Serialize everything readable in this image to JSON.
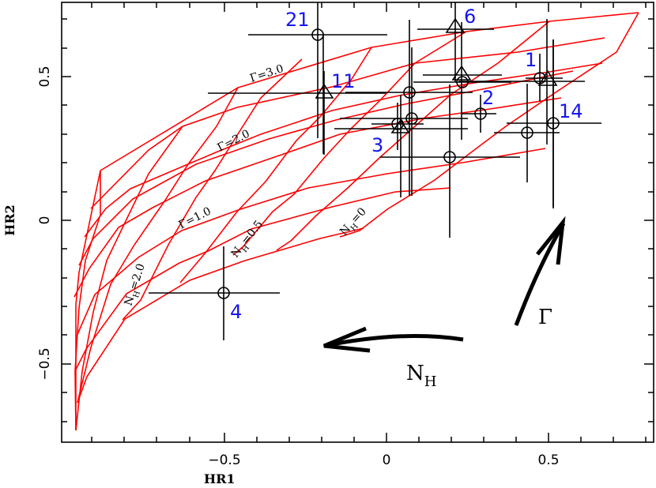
{
  "chart_data": {
    "type": "scatter",
    "title": "",
    "xlabel": "HR1",
    "ylabel": "HR2",
    "xlim": [
      -1.0,
      0.83
    ],
    "ylim": [
      -0.77,
      0.76
    ],
    "xticks": [
      -0.5,
      0,
      0.5
    ],
    "xtick_labels": [
      "−0.5",
      "0",
      "0.5"
    ],
    "yticks": [
      -0.5,
      0,
      0.5
    ],
    "ytick_labels": [
      "−0.5",
      "0",
      "0.5"
    ],
    "grid": false,
    "legend": null,
    "series": [
      {
        "name": "sources-circles",
        "marker": "circle",
        "points": [
          {
            "label": "21",
            "x": -0.205,
            "y": 0.645,
            "xerr": [
              -0.41,
              0.0
            ],
            "yerr": [
              0.29,
              0.64
            ]
          },
          {
            "label": "1",
            "x": 0.485,
            "y": 0.495,
            "xerr": [
              0.435,
              0.56
            ],
            "yerr": [
              0.41,
              0.58
            ]
          },
          {
            "label": "",
            "x": 0.24,
            "y": 0.485,
            "xerr": [
              0.04,
              0.48
            ],
            "yerr": [
              0.08,
              0.64
            ]
          },
          {
            "label": "",
            "x": 0.075,
            "y": 0.445,
            "xerr": [
              -0.38,
              0.24
            ],
            "yerr": [
              0.08,
              0.56
            ]
          },
          {
            "label": "2",
            "x": 0.295,
            "y": 0.37,
            "xerr": [
              0.23,
              0.37
            ],
            "yerr": [
              0.28,
              0.47
            ]
          },
          {
            "label": "",
            "x": 0.08,
            "y": 0.35,
            "xerr": [
              -0.16,
              0.35
            ],
            "yerr": [
              0.05,
              0.5
            ]
          },
          {
            "label": "3",
            "x": 0.04,
            "y": 0.33,
            "xerr": [
              0.0,
              0.11
            ],
            "yerr": [
              0.24,
              0.42
            ]
          },
          {
            "label": "14",
            "x": 0.51,
            "y": 0.335,
            "xerr": [
              0.34,
              0.72
            ],
            "yerr": [
              0.04,
              0.63
            ]
          },
          {
            "label": "",
            "x": 0.44,
            "y": 0.3,
            "xerr": [
              0.3,
              0.54
            ],
            "yerr": [
              0.02,
              0.4
            ]
          },
          {
            "label": "",
            "x": 0.2,
            "y": 0.215,
            "xerr": [
              -0.07,
              0.42
            ],
            "yerr": [
              -0.06,
              0.53
            ]
          },
          {
            "label": "4",
            "x": -0.495,
            "y": -0.255,
            "xerr": [
              -0.72,
              -0.32
            ],
            "yerr": [
              -0.42,
              -0.09
            ]
          }
        ]
      },
      {
        "name": "sources-triangles",
        "marker": "triangle",
        "points": [
          {
            "label": "6",
            "x": 0.21,
            "y": 0.665,
            "xerr": [
              0.1,
              0.35
            ],
            "yerr": [
              0.42,
              0.75
            ]
          },
          {
            "label": "11",
            "x": -0.19,
            "y": 0.44,
            "xerr": [
              -0.55,
              0.17
            ],
            "yerr": [
              0.22,
              0.66
            ]
          },
          {
            "label": "",
            "x": 0.24,
            "y": 0.51,
            "xerr": [
              0.06,
              0.43
            ],
            "yerr": [
              0.26,
              0.64
            ]
          },
          {
            "label": "",
            "x": 0.505,
            "y": 0.49,
            "xerr": [
              0.23,
              0.59
            ],
            "yerr": [
              0.29,
              0.56
            ]
          },
          {
            "label": "",
            "x": 0.045,
            "y": 0.32,
            "xerr": [
              -0.07,
              0.18
            ],
            "yerr": [
              0.12,
              0.48
            ]
          }
        ]
      }
    ],
    "model_grid": {
      "color": "#ff0000",
      "gamma_labels": [
        "Γ=3.0",
        "Γ=2.0",
        "Γ=1.0"
      ],
      "nh_labels": [
        "NH=0",
        "NH=0.5",
        "NH=2.0"
      ]
    },
    "annotations": [
      {
        "text": "Γ",
        "type": "arrow",
        "direction": "up-right"
      },
      {
        "text": "NH",
        "type": "arrow",
        "direction": "left"
      }
    ]
  },
  "labels": {
    "xlabel": "HR1",
    "ylabel": "HR2",
    "xticks": [
      "−0.5",
      "0",
      "0.5"
    ],
    "yticks": [
      "0.5",
      "0",
      "−0.5"
    ],
    "gamma3": "Γ=3.0",
    "gamma2": "Γ=2.0",
    "gamma1": "Γ=1.0",
    "nh_main": "N",
    "nh_sub": "H",
    "nh0_val": "=0",
    "nh05_val": "=0.5",
    "nh2_val": "=2.0",
    "arrow_gamma": "Γ",
    "arrow_nh_main": "N",
    "arrow_nh_sub": "H",
    "src21": "21",
    "src6": "6",
    "src11": "11",
    "src1": "1",
    "src2": "2",
    "src14": "14",
    "src3": "3",
    "src4": "4"
  },
  "colors": {
    "grid": "#ff0000",
    "source_label": "#1515ee",
    "data": "#000000"
  }
}
